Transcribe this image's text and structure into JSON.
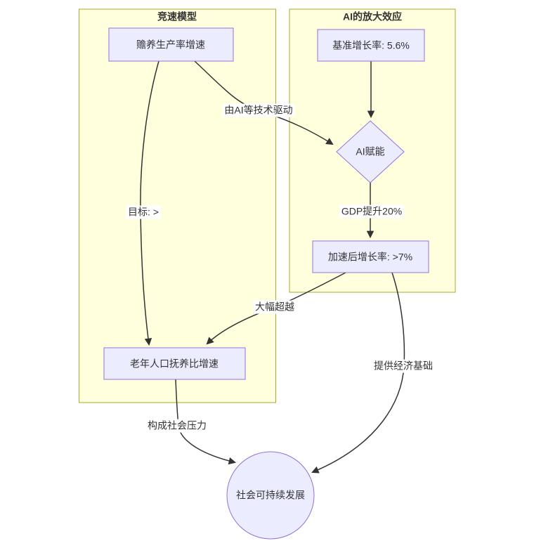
{
  "diagram": {
    "type": "flowchart",
    "subgraph_left": {
      "title": "竞速模型"
    },
    "subgraph_right": {
      "title": "AI的放大效应"
    },
    "nodes": {
      "productivity": "赡养生产率增速",
      "baseline": "基准增长率: 5.6%",
      "ai_enable": "AI赋能",
      "accelerated": "加速后增长率: >7%",
      "dependency": "老年人口抚养比增速",
      "sustainable": "社会可持续发展"
    },
    "edge_labels": {
      "target": "目标: >",
      "ai_driven": "由AI等技术驱动",
      "gdp_boost": "GDP提升20%",
      "surpass": "大幅超越",
      "social_pressure": "构成社会压力",
      "economic_basis": "提供经济基础"
    },
    "colors": {
      "node_fill": "#ECECFF",
      "node_border": "#9370DB",
      "subgraph_fill": "#FFFFDE",
      "subgraph_border": "#AAAA33",
      "edge": "#333333",
      "text": "#333333"
    }
  }
}
